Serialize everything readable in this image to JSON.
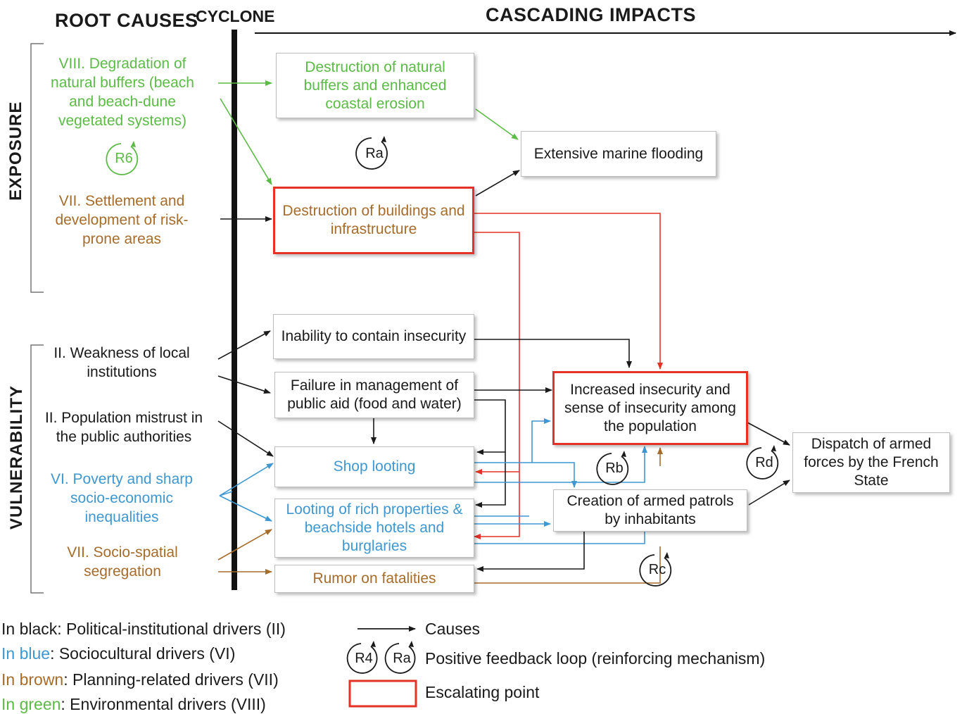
{
  "headers": {
    "root_causes": "ROOT CAUSES",
    "cyclone": "CYCLONE",
    "cascading_impacts": "CASCADING IMPACTS",
    "exposure": "EXPOSURE",
    "vulnerability": "VULNERABILITY"
  },
  "root_causes": [
    {
      "id": "viii",
      "text": "VIII. Degradation of natural buffers (beach and beach-dune vegetated systems)",
      "color": "#5cbb46"
    },
    {
      "id": "vii_settle",
      "text": "VII. Settlement and development of risk-prone areas",
      "color": "#a66c2b"
    },
    {
      "id": "ii_weak",
      "text": "II. Weakness of local institutions",
      "color": "#1a1a1a"
    },
    {
      "id": "ii_mistrust",
      "text": "II. Population mistrust in the public authorities",
      "color": "#1a1a1a"
    },
    {
      "id": "vi_poverty",
      "text": "VI. Poverty and sharp socio-economic inequalities",
      "color": "#3f97d0"
    },
    {
      "id": "vii_segreg",
      "text": "VII. Socio-spatial segregation",
      "color": "#a66c2b"
    }
  ],
  "impacts": {
    "natural_buffers": "Destruction of natural buffers and enhanced coastal erosion",
    "marine_flooding": "Extensive marine flooding",
    "buildings": "Destruction of buildings and infrastructure",
    "inability": "Inability to contain insecurity",
    "failure_aid": "Failure in management of public aid (food and water)",
    "shop_looting": "Shop looting",
    "rich_looting": "Looting of rich properties & beachside hotels and burglaries",
    "rumor": "Rumor on fatalities",
    "insecurity": "Increased insecurity and sense of insecurity among the population",
    "patrols": "Creation of armed patrols by inhabitants",
    "dispatch": "Dispatch of armed forces by the French State"
  },
  "loops": {
    "r6": "R6",
    "ra": "Ra",
    "rb": "Rb",
    "rc": "Rc",
    "rd": "Rd"
  },
  "legend": {
    "black_prefix": "In black",
    "black_text": ": Political-institutional drivers (II)",
    "blue_prefix": "In blue",
    "blue_text": ": Sociocultural drivers (VI)",
    "brown_prefix": "In brown",
    "brown_text": ": Planning-related drivers (VII)",
    "green_prefix": "In green",
    "green_text": ": Environmental drivers (VIII)",
    "causes": "Causes",
    "loop_r4": "R4",
    "loop_ra": "Ra",
    "feedback": "Positive feedback loop (reinforcing mechanism)",
    "escalating": "Escalating point"
  },
  "colors": {
    "black": "#1a1a1a",
    "blue": "#3f97d0",
    "brown": "#a66c2b",
    "green": "#5cbb46",
    "red": "#e53226"
  }
}
